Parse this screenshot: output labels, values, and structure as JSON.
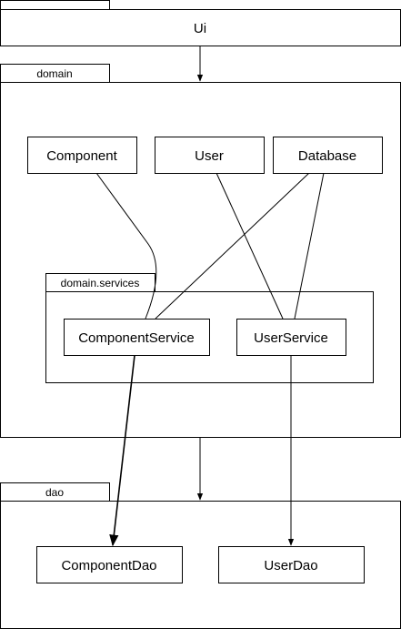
{
  "packages": {
    "ui": {
      "tab": "",
      "title": "Ui"
    },
    "domain": {
      "tab": "domain"
    },
    "services": {
      "tab": "domain.services"
    },
    "dao": {
      "tab": "dao"
    }
  },
  "classes": {
    "component": "Component",
    "user": "User",
    "database": "Database",
    "component_service": "ComponentService",
    "user_service": "UserService",
    "component_dao": "ComponentDao",
    "user_dao": "UserDao"
  },
  "colors": {
    "stroke": "#000000",
    "fill": "#ffffff"
  }
}
